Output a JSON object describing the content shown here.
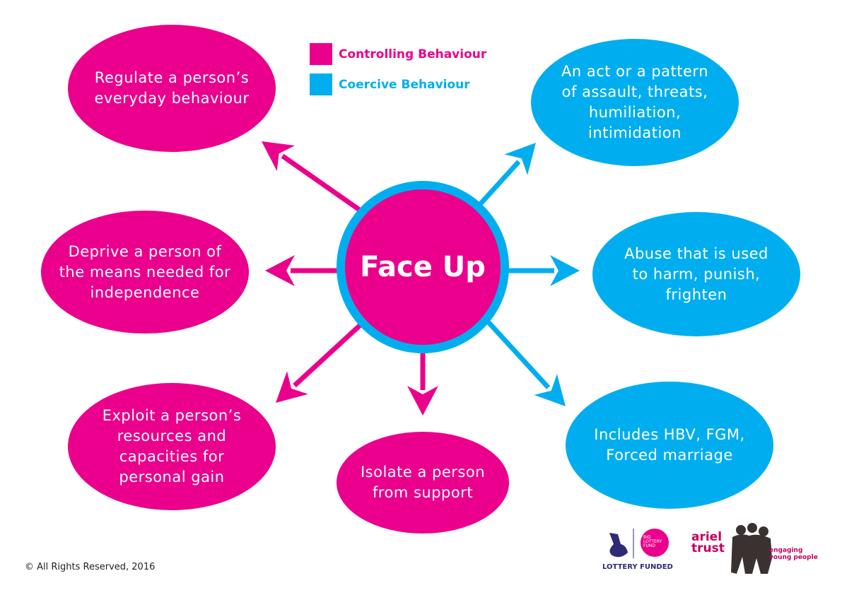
{
  "colors": {
    "controlling": "#ea008c",
    "coercive": "#00aeef"
  },
  "legend": [
    {
      "label": "Controlling Behaviour",
      "color": "#ea008c"
    },
    {
      "label": "Coercive Behaviour",
      "color": "#00aeef"
    }
  ],
  "center": {
    "label": "Face Up"
  },
  "controlling": [
    "Regulate a person’s\neveryday behaviour",
    "Deprive a person of\nthe means needed for\nindependence",
    "Exploit a person’s\nresources and\ncapacities for\npersonal gain",
    "Isolate a person\nfrom support"
  ],
  "coercive": [
    "An act or a pattern\nof assault, threats,\nhumiliation,\nintimidation",
    "Abuse that is used\nto harm, punish,\nfrighten",
    "Includes HBV, FGM,\nForced marriage"
  ],
  "footer": {
    "copyright": "© All Rights Reserved, 2016",
    "lottery_logo": {
      "badge": "BIG LOTTERY FUND",
      "caption": "LOTTERY FUNDED"
    },
    "ariel_logo": {
      "name": "ariel trust",
      "tagline": "engaging young people"
    }
  }
}
